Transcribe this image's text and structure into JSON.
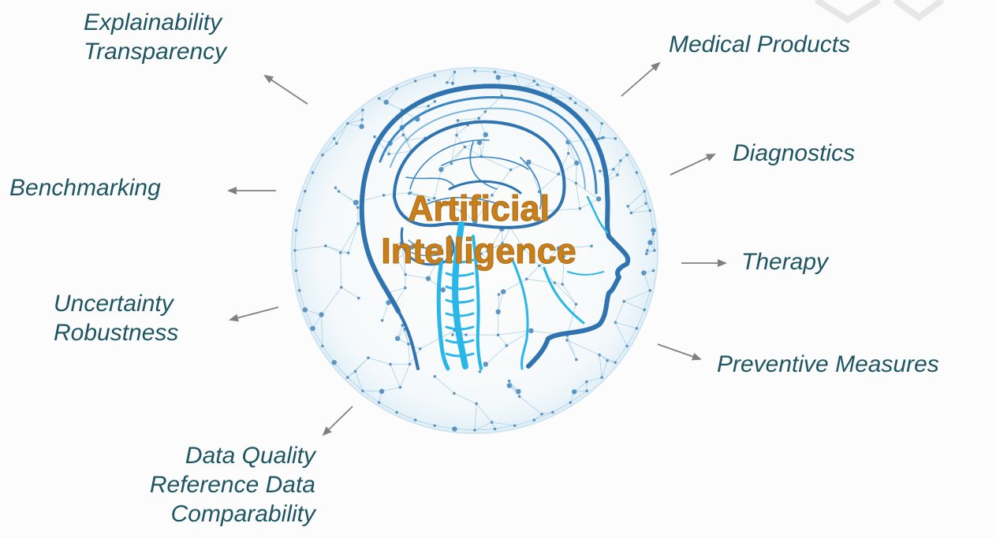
{
  "center": {
    "line1": "Artificial",
    "line2": "Intelligence"
  },
  "left_labels": {
    "explainability": "Explainability",
    "transparency": "Transparency",
    "benchmarking": "Benchmarking",
    "uncertainty": "Uncertainty",
    "robustness": "Robustness",
    "data_quality": "Data Quality",
    "reference_data": "Reference Data",
    "comparability": "Comparability"
  },
  "right_labels": {
    "medical_products": "Medical Products",
    "diagnostics": "Diagnostics",
    "therapy": "Therapy",
    "preventive_measures": "Preventive Measures"
  },
  "colors": {
    "label_text": "#1e5664",
    "center_text": "#c8801c",
    "network_line": "#a9cfe4",
    "network_node": "#5b95c6",
    "brain_outline": "#2f74b0",
    "spine": "#29b6e8",
    "arrow": "#808080"
  }
}
